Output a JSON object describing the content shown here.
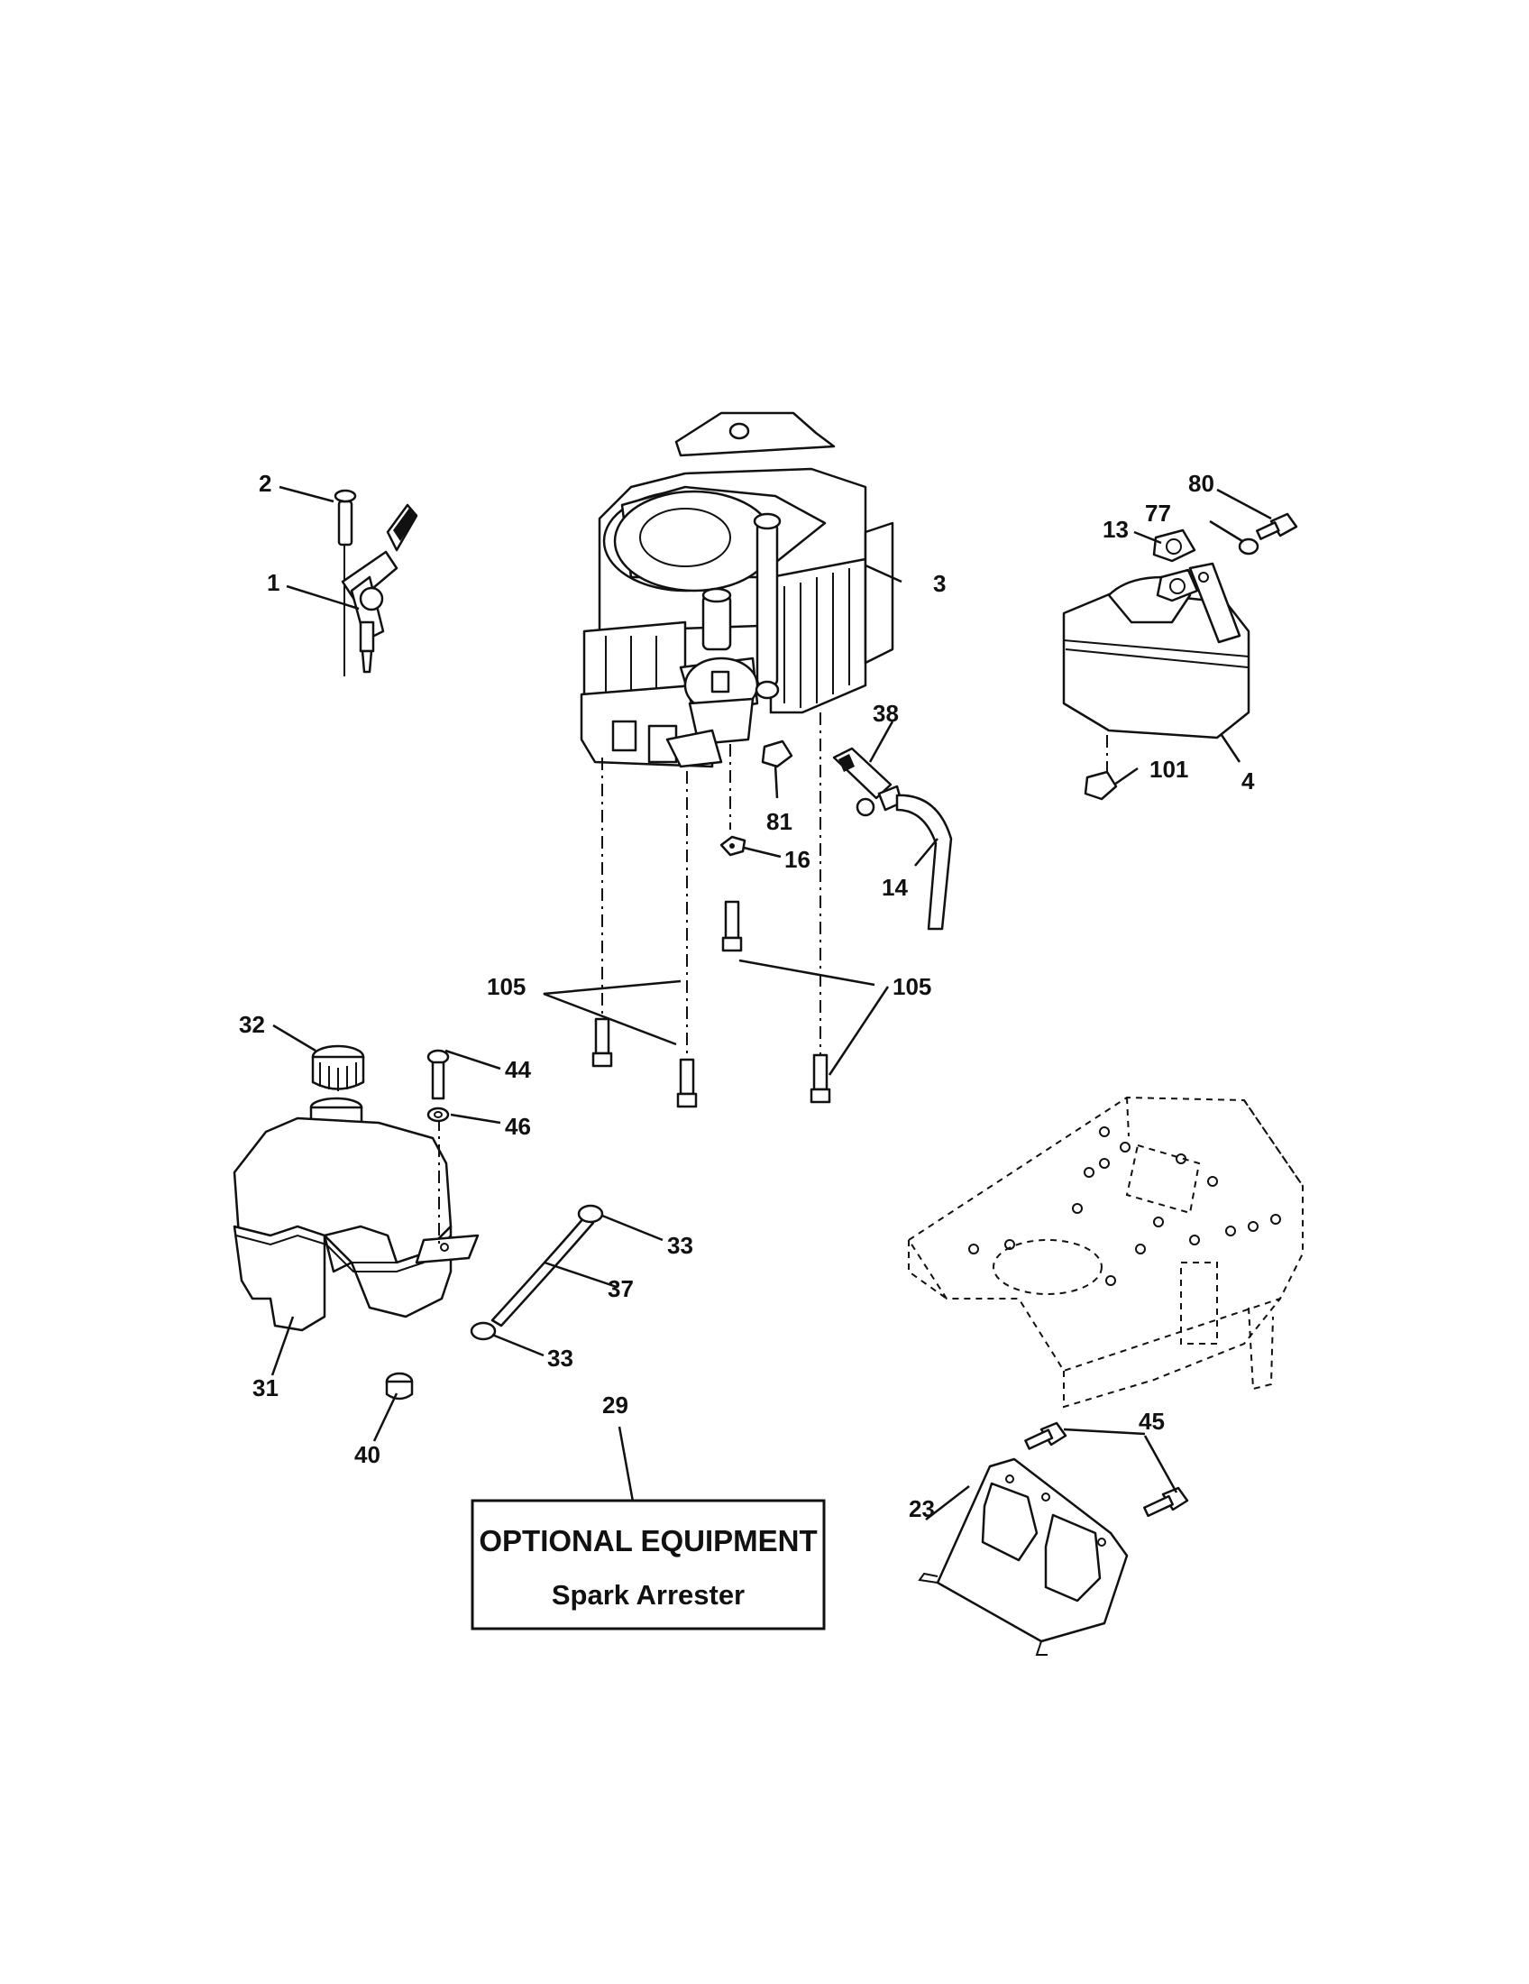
{
  "callouts": [
    {
      "id": "1",
      "label": "1"
    },
    {
      "id": "2",
      "label": "2"
    },
    {
      "id": "3",
      "label": "3"
    },
    {
      "id": "4",
      "label": "4"
    },
    {
      "id": "13",
      "label": "13"
    },
    {
      "id": "14",
      "label": "14"
    },
    {
      "id": "16",
      "label": "16"
    },
    {
      "id": "23",
      "label": "23"
    },
    {
      "id": "29",
      "label": "29"
    },
    {
      "id": "31",
      "label": "31"
    },
    {
      "id": "32",
      "label": "32"
    },
    {
      "id": "33a",
      "label": "33"
    },
    {
      "id": "33b",
      "label": "33"
    },
    {
      "id": "37",
      "label": "37"
    },
    {
      "id": "38",
      "label": "38"
    },
    {
      "id": "40",
      "label": "40"
    },
    {
      "id": "44",
      "label": "44"
    },
    {
      "id": "45",
      "label": "45"
    },
    {
      "id": "46",
      "label": "46"
    },
    {
      "id": "77",
      "label": "77"
    },
    {
      "id": "80",
      "label": "80"
    },
    {
      "id": "81",
      "label": "81"
    },
    {
      "id": "101",
      "label": "101"
    },
    {
      "id": "105a",
      "label": "105"
    },
    {
      "id": "105b",
      "label": "105"
    }
  ],
  "optional_box": {
    "title": "OPTIONAL EQUIPMENT",
    "subtitle": "Spark Arrester"
  },
  "colors": {
    "ink": "#111111",
    "paper": "#ffffff"
  }
}
